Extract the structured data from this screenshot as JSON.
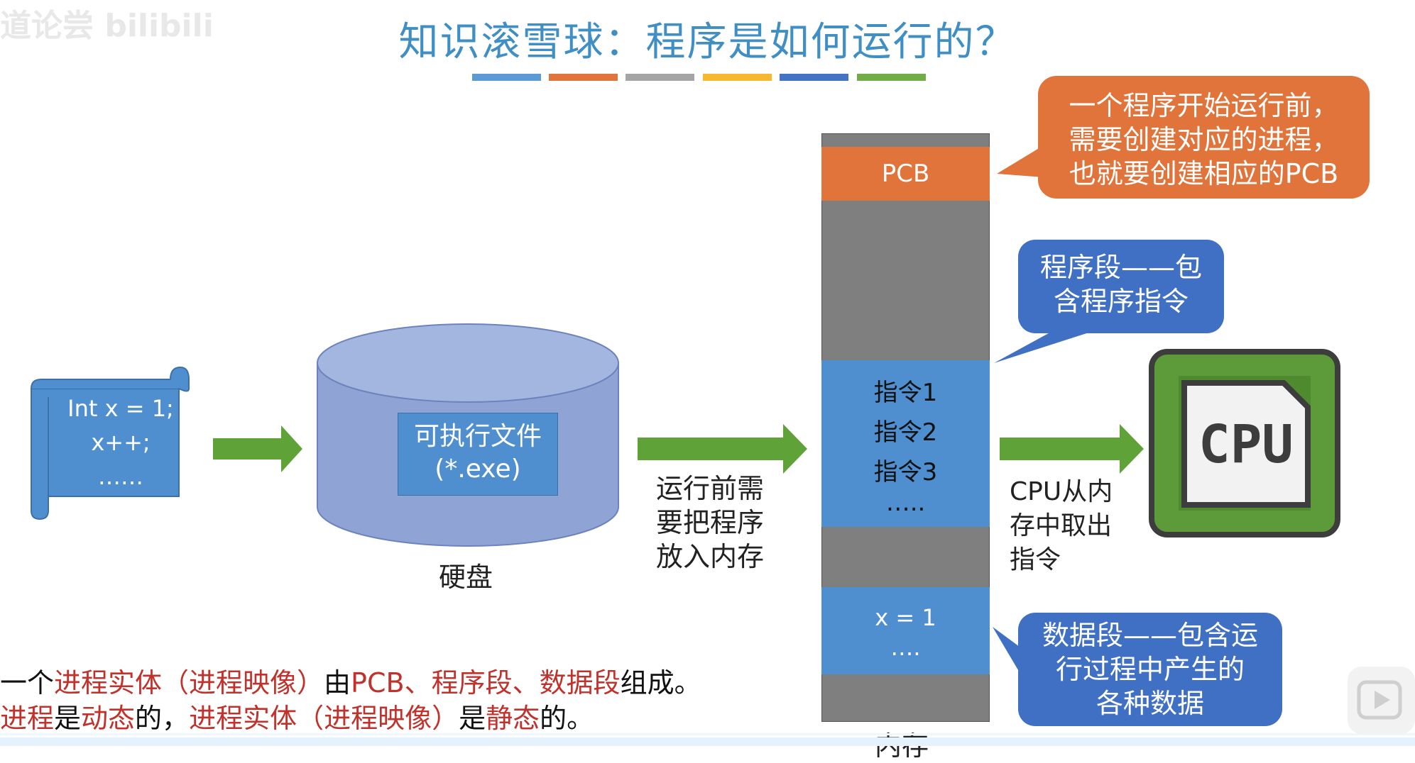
{
  "title": "知识滚雪球：程序是如何运行的？",
  "watermark": "道论尝 bilibili",
  "color_bar": [
    "#5b9bd5",
    "#e0743a",
    "#a5a5a5",
    "#f5b82e",
    "#4472c4",
    "#70ad47"
  ],
  "scroll": {
    "lines": [
      "Int x = 1;",
      "x++;",
      "……"
    ]
  },
  "disk": {
    "file_lines": [
      "可执行文件",
      "(*.exe)"
    ],
    "label": "硬盘"
  },
  "arrow_label_1": [
    "运行前需",
    "要把程序",
    "放入内存"
  ],
  "memory": {
    "pcb": "PCB",
    "instructions": [
      "指令1",
      "指令2",
      "指令3",
      "….."
    ],
    "data": [
      "x = 1",
      "…."
    ],
    "label": "内存"
  },
  "arrow_label_2": [
    "CPU从内",
    "存中取出",
    "指令"
  ],
  "cpu_chip_text": "CPU",
  "callouts": {
    "pcb": [
      "一个程序开始运行前，",
      "需要创建对应的进程，",
      "也就要创建相应的PCB"
    ],
    "program": [
      "程序段——包",
      "含程序指令"
    ],
    "data": [
      "数据段——包含运",
      "行过程中产生的",
      "各种数据"
    ]
  },
  "bottom": {
    "line1": [
      {
        "t": "一个",
        "red": false
      },
      {
        "t": "进程实体（进程映像）",
        "red": true
      },
      {
        "t": "由",
        "red": false
      },
      {
        "t": "PCB、程序段、数据段",
        "red": true
      },
      {
        "t": "组成。",
        "red": false
      }
    ],
    "line2": [
      {
        "t": "进程",
        "red": true
      },
      {
        "t": "是",
        "red": false
      },
      {
        "t": "动态",
        "red": true
      },
      {
        "t": "的，",
        "red": false
      },
      {
        "t": "进程实体（进程映像）",
        "red": true
      },
      {
        "t": "是",
        "red": false
      },
      {
        "t": "静态",
        "red": true
      },
      {
        "t": "的。",
        "red": false
      }
    ]
  }
}
